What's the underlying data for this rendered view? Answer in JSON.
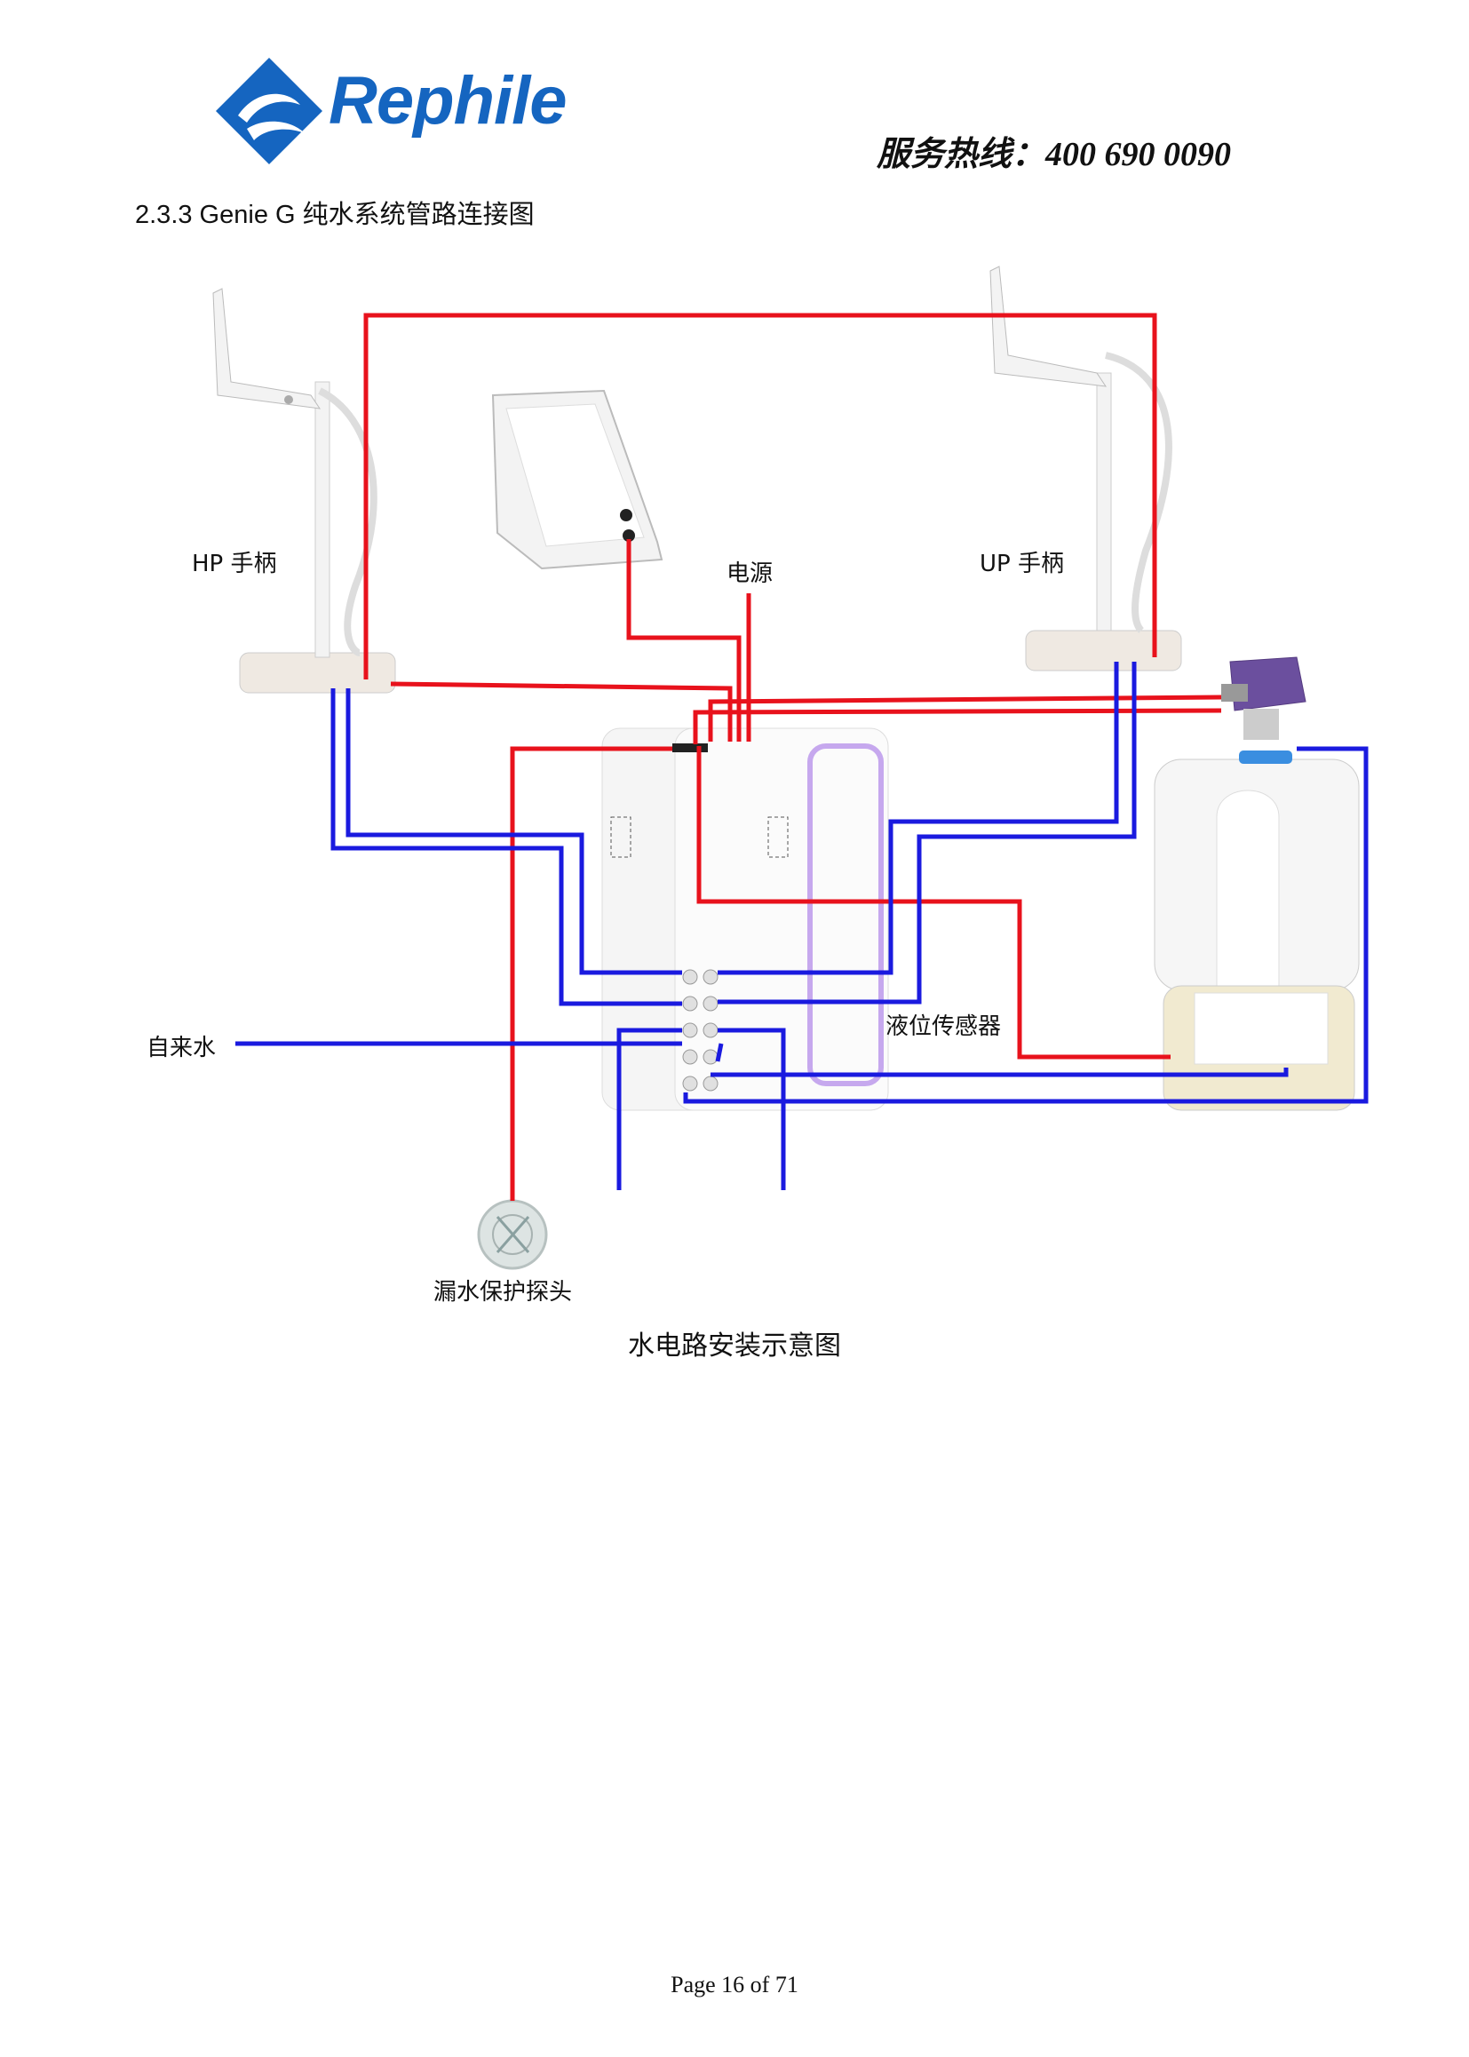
{
  "header": {
    "brand_name": "Rephile",
    "hotline": "服务热线：400  690  0090"
  },
  "section": {
    "title": "2.3.3 Genie G  纯水系统管路连接图"
  },
  "diagram": {
    "labels": {
      "hp_handle": "HP 手柄",
      "up_handle": "UP 手柄",
      "power": "电源",
      "tap_water": "自来水",
      "level_sensor": "液位传感器",
      "leak_probe": "漏水保护探头"
    },
    "caption": "水电路安装示意图",
    "colors": {
      "electric_line": "#e8121c",
      "water_line": "#1a1adf",
      "device_body": "#f4f4f4",
      "accent_purple": "#b48be0"
    }
  },
  "footer": {
    "page": "Page 16 of 71"
  }
}
